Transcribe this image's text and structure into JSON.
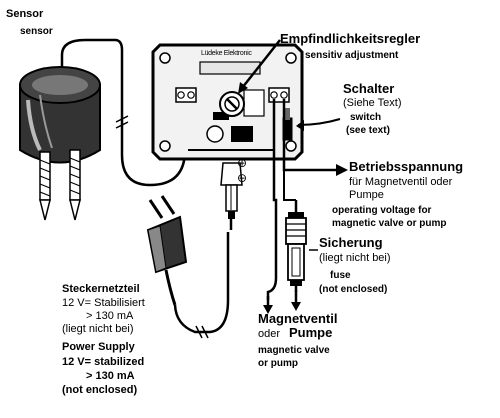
{
  "labels": {
    "sensor_de": "Sensor",
    "sensor_en": "sensor",
    "sensitivity_de": "Empfindlichkeitsregler",
    "sensitivity_en": "sensitiv adjustment",
    "board_text": "Lüdeke Elektronic",
    "switch_de_title": "Schalter",
    "switch_de_note": "(Siehe Text)",
    "switch_en_1": "switch",
    "switch_en_2": "(see text)",
    "operating_de_title": "Betriebsspannung",
    "operating_de_1": "für Magnetventil oder",
    "operating_de_2": "Pumpe",
    "operating_en_1": "operating voltage for",
    "operating_en_2": "magnetic valve or pump",
    "fuse_de_title": "Sicherung",
    "fuse_de_note": "(liegt nicht bei)",
    "fuse_en_1": "fuse",
    "fuse_en_2": "(not enclosed)",
    "valve_de_title": "Magnetventil",
    "valve_de_or": "oder",
    "valve_de_pump": "Pumpe",
    "valve_en_1": "magnetic valve",
    "valve_en_2": "or pump",
    "psu_de_title": "Steckernetzteil",
    "psu_de_1": "12 V= Stabilisiert",
    "psu_de_2": "> 130 mA",
    "psu_de_3": "(liegt nicht bei)",
    "psu_en_title": "Power Supply",
    "psu_en_1": "12 V= stabilized",
    "psu_en_2": "> 130 mA",
    "psu_en_3": "(not enclosed)",
    "plus_sign": "⊕",
    "minus_sign": "⊖"
  },
  "colors": {
    "ink": "#000000",
    "paper": "#ffffff",
    "board": "#f2f2f2",
    "display": "#e6e6e6"
  }
}
